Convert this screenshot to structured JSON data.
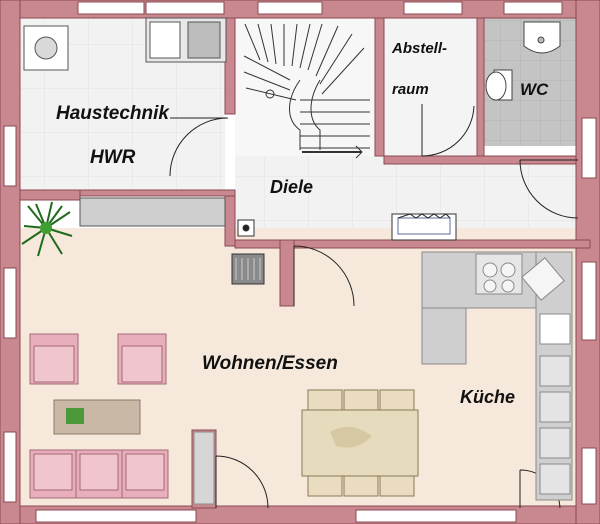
{
  "rooms": {
    "haustechnik": "Haustechnik",
    "hwr": "HWR",
    "abstell_line1": "Abstell-",
    "abstell_line2": "raum",
    "wc": "WC",
    "diele": "Diele",
    "wohnen_essen": "Wohnen/Essen",
    "kueche": "Küche"
  },
  "colors": {
    "wall": "#c9878f",
    "wall_dark": "#8a4a52",
    "floor_light": "#f3f3f3",
    "floor_living": "#f6e9dc",
    "floor_wc": "#c4c4c4",
    "sofa": "#e8aebb",
    "counter": "#cfcfcf",
    "table": "#e6dbbd",
    "plant": "#2f8a28"
  }
}
